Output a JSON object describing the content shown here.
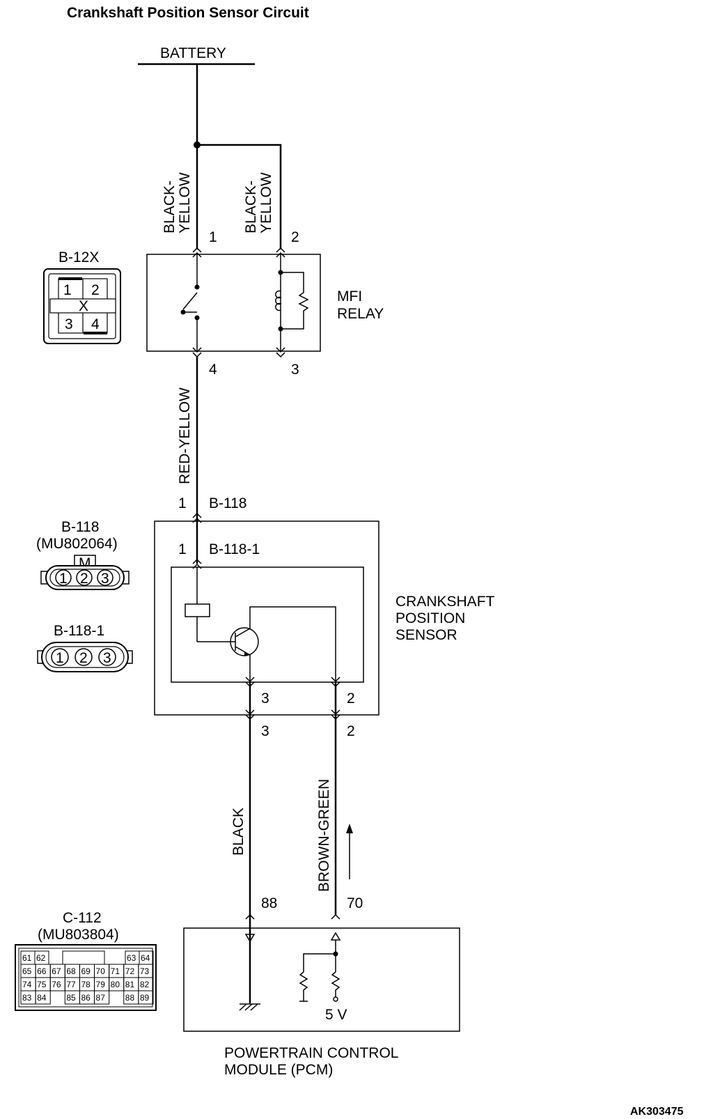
{
  "title": "Crankshaft Position Sensor Circuit",
  "battery": "BATTERY",
  "wires": {
    "black_yellow_1": [
      "BLACK-",
      "YELLOW"
    ],
    "black_yellow_2": [
      "BLACK-",
      "YELLOW"
    ],
    "red_yellow": "RED-YELLOW",
    "black": "BLACK",
    "brown_green": "BROWN-GREEN"
  },
  "relay": {
    "label": [
      "MFI",
      "RELAY"
    ],
    "terminals": {
      "t1": "1",
      "t2": "2",
      "t3": "3",
      "t4": "4"
    }
  },
  "sensor": {
    "label": [
      "CRANKSHAFT",
      "POSITION",
      "SENSOR"
    ],
    "pin1_outer": "1",
    "connector_outer": "B-118",
    "pin1_inner": "1",
    "connector_inner": "B-118-1",
    "pin3_inner": "3",
    "pin2_inner": "2",
    "pin3_outer": "3",
    "pin2_outer": "2"
  },
  "pcm": {
    "label": [
      "POWERTRAIN CONTROL",
      "MODULE (PCM)"
    ],
    "pin88": "88",
    "pin70": "70",
    "voltage": "5 V"
  },
  "connectors": {
    "b12x": {
      "name": "B-12X",
      "pins": [
        "1",
        "2",
        "3",
        "4"
      ],
      "mark": "X"
    },
    "b118": {
      "name": "B-118",
      "part": "(MU802064)",
      "pins": [
        "1",
        "2",
        "3"
      ],
      "mark": "M"
    },
    "b1181": {
      "name": "B-118-1",
      "pins": [
        "1",
        "2",
        "3"
      ]
    },
    "c112": {
      "name": "C-112",
      "part": "(MU803804)",
      "rows": [
        [
          "61",
          "62",
          "",
          "",
          "",
          "",
          "",
          "",
          "63",
          "64"
        ],
        [
          "65",
          "66",
          "67",
          "68",
          "69",
          "70",
          "71",
          "72",
          "73"
        ],
        [
          "74",
          "75",
          "76",
          "77",
          "78",
          "79",
          "80",
          "81",
          "82"
        ],
        [
          "83",
          "84",
          "",
          "85",
          "86",
          "87",
          "",
          "88",
          "89"
        ]
      ]
    }
  },
  "figure_id": "AK303475"
}
